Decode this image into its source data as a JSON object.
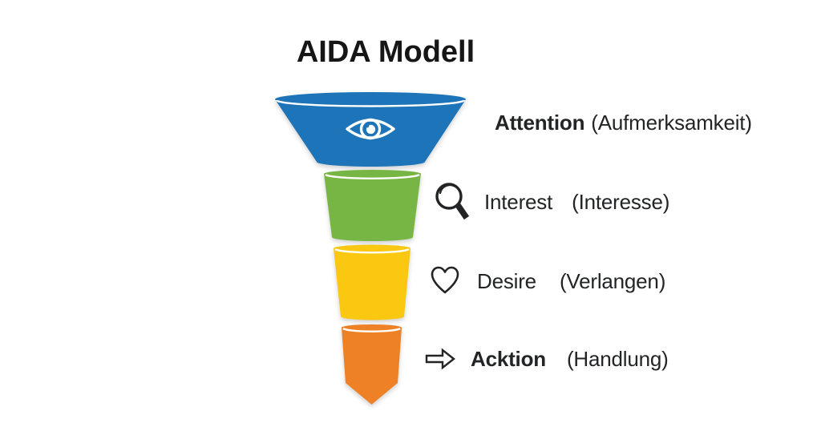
{
  "title": "AIDA Modell",
  "funnel": {
    "stages": [
      {
        "name": "Attention",
        "translation": "(Aufmerksamkeit)",
        "color": "#1d74b8",
        "icon": "eye-icon"
      },
      {
        "name": "Interest",
        "translation": "(Interesse)",
        "color": "#77b544",
        "icon": "magnifier-icon"
      },
      {
        "name": "Desire",
        "translation": "(Verlangen)",
        "color": "#fbc811",
        "icon": "heart-icon"
      },
      {
        "name": "Acktion",
        "translation": "(Handlung)",
        "color": "#ee8126",
        "icon": "arrow-icon"
      }
    ]
  }
}
